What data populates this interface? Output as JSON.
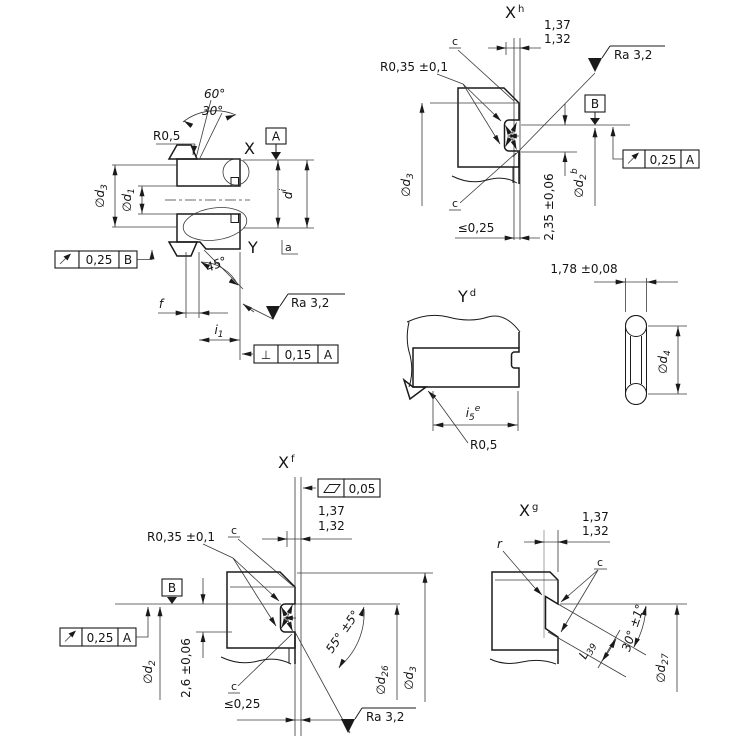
{
  "colors": {
    "ink": "#1a1a1a",
    "thin": "#3a3a3a",
    "gray": "#9a9a9a",
    "bg": "#ffffff"
  },
  "main_view": {
    "angle_60": "60°",
    "angle_30": "30°",
    "radius_r05": "R0,5",
    "detail_x_label": "X",
    "detail_y_label": "Y",
    "datum_a": "A",
    "footnote_a": "a",
    "dim_phi_d3": {
      "text": "∅d",
      "sub": "3"
    },
    "dim_phi_d1": {
      "text": "∅d",
      "sub": "1"
    },
    "dim_d": {
      "text": "d",
      "sup": "i"
    },
    "fcf_runout": {
      "value": "0,25",
      "datum": "B"
    },
    "angle_45": "45°",
    "dim_f": "f",
    "dim_i1": {
      "text": "i",
      "sub": "1"
    },
    "surface_finish": "Ra 3,2",
    "fcf_perpendicularity": {
      "symbol": "⊥",
      "value": "0,15",
      "datum": "A"
    }
  },
  "detail_xh": {
    "title": {
      "text": "X",
      "sup": "h"
    },
    "dim_upper": "1,37",
    "dim_lower": "1,32",
    "chamfer_c_top": "c",
    "chamfer_c_bottom": "c",
    "radius": "R0,35 ±0,1",
    "surface_finish": "Ra 3,2",
    "datum_b": "B",
    "fcf_runout": {
      "value": "0,25",
      "datum": "A"
    },
    "dim_phi_d3": {
      "text": "∅d",
      "sub": "3"
    },
    "dim_phi_d2": {
      "text": "∅d",
      "sub": "2",
      "sup": "b"
    },
    "dim_groove_width": "2,35 ±0,06",
    "dim_lip": "≤0,25"
  },
  "detail_yd": {
    "title": {
      "text": "Y",
      "sup": "d"
    },
    "dim_i5": {
      "text": "i",
      "sub": "5",
      "sup": "e"
    },
    "radius": "R0,5"
  },
  "oring_view": {
    "dim_cross_section": "1,78 ±0,08",
    "dim_phi_d4": {
      "text": "∅d",
      "sub": "4"
    }
  },
  "detail_xf": {
    "title": {
      "text": "X",
      "sup": "f"
    },
    "fcf_flatness": {
      "value": "0,05"
    },
    "dim_upper": "1,37",
    "dim_lower": "1,32",
    "radius": "R0,35 ±0,1",
    "chamfer_c_top": "c",
    "chamfer_c_bottom": "c",
    "datum_b": "B",
    "fcf_runout": {
      "value": "0,25",
      "datum": "A"
    },
    "dim_phi_d2": {
      "text": "∅d",
      "sub": "2"
    },
    "dim_groove_width": "2,6 ±0,06",
    "dim_lip": "≤0,25",
    "angle": "55° ±5°",
    "dim_phi_d26": {
      "text": "∅d",
      "sub": "26"
    },
    "dim_phi_d3": {
      "text": "∅d",
      "sub": "3"
    },
    "surface_finish": "Ra 3,2"
  },
  "detail_xg": {
    "title": {
      "text": "X",
      "sup": "g"
    },
    "dim_upper": "1,37",
    "dim_lower": "1,32",
    "radius_r": "r",
    "chamfer_c": "c",
    "dim_l39": {
      "text": "L",
      "sub": "39"
    },
    "angle": "30° ±1°",
    "dim_phi_d27": {
      "text": "∅d",
      "sub": "27"
    }
  }
}
